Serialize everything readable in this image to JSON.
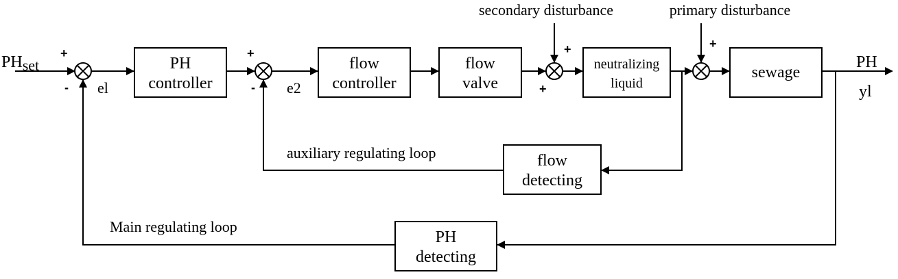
{
  "blocks": {
    "ph_controller": [
      "PH",
      "controller"
    ],
    "flow_controller": [
      "flow",
      "controller"
    ],
    "flow_valve": [
      "flow",
      "valve"
    ],
    "neutralizing_liquid": [
      "neutralizing",
      "liquid"
    ],
    "sewage": [
      "sewage"
    ],
    "flow_detecting": [
      "flow",
      "detecting"
    ],
    "ph_detecting": [
      "PH",
      "detecting"
    ]
  },
  "labels": {
    "ph_set_main": "PH",
    "ph_set_sub": "set",
    "e1": "el",
    "e2": "e2",
    "ph_out": "PH",
    "y1": "yl",
    "secondary_disturbance": "secondary  disturbance",
    "primary_disturbance": "primary disturbance",
    "auxiliary_loop": "auxiliary  regulating  loop",
    "main_loop": "Main  regulating  loop"
  },
  "signs": {
    "plus": "+",
    "minus": "-"
  }
}
